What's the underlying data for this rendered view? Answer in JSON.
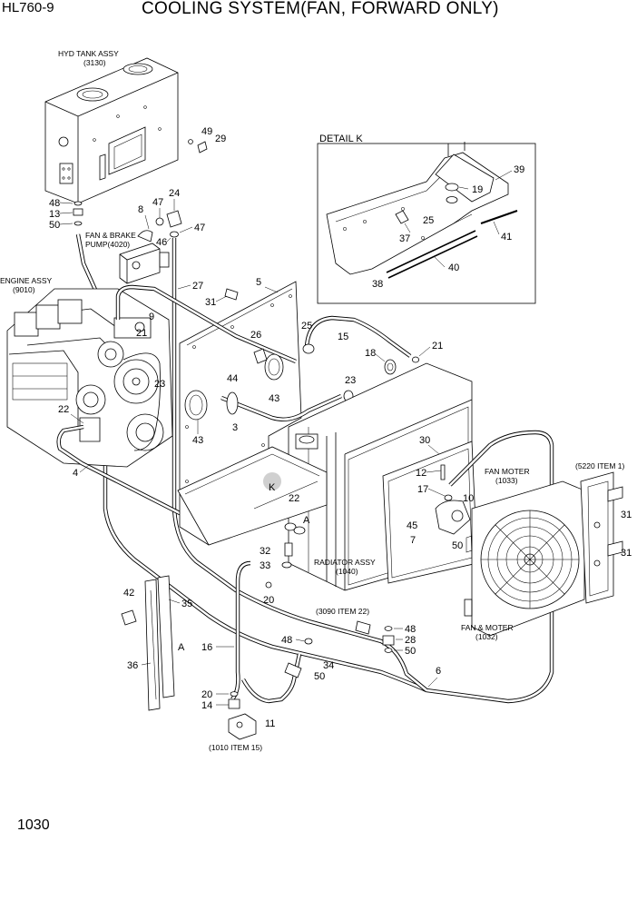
{
  "header": {
    "model": "HL760-9",
    "title": "COOLING SYSTEM(FAN, FORWARD ONLY)"
  },
  "page_number": "1030",
  "detail_title": "DETAIL K",
  "assemblies": {
    "hyd_tank": "HYD TANK ASSY",
    "hyd_tank_ref": "(3130)",
    "fan_brake_pump_1": "FAN & BRAKE",
    "fan_brake_pump_2": "PUMP(4020)",
    "engine": "ENGINE ASSY",
    "engine_ref": "(9010)",
    "radiator": "RADIATOR ASSY",
    "radiator_ref": "(1040)",
    "fan_moter": "FAN MOTER",
    "fan_moter_ref": "(1033)",
    "fan_motor": "FAN & MOTER",
    "fan_motor_ref": "(1032)",
    "ref_5220": "(5220 ITEM 1)",
    "ref_3090": "(3090 ITEM 22)",
    "ref_1010": "(1010 ITEM 15)"
  },
  "view_marks": {
    "k": "K",
    "a1": "A",
    "a2": "A"
  },
  "callouts": {
    "c49": "49",
    "c29": "29",
    "c48a": "48",
    "c13": "13",
    "c50a": "50",
    "c8": "8",
    "c47a": "47",
    "c24": "24",
    "c47b": "47",
    "c46": "46",
    "c27": "27",
    "c5": "5",
    "c31a": "31",
    "c9": "9",
    "c21a": "21",
    "c26": "26",
    "c25a": "25",
    "c15": "15",
    "c18": "18",
    "c21b": "21",
    "c23a": "23",
    "c44": "44",
    "c43a": "43",
    "c23b": "23",
    "c19a": "19",
    "c22a": "22",
    "c3": "3",
    "c43b": "43",
    "c4": "4",
    "c30": "30",
    "c12": "12",
    "c17": "17",
    "c10": "10",
    "c22b": "22",
    "c45": "45",
    "c7": "7",
    "c50b": "50",
    "c31b": "31",
    "c31c": "31",
    "c32": "32",
    "c33": "33",
    "c20a": "20",
    "c42": "42",
    "c35": "35",
    "c16": "16",
    "c36": "36",
    "c48b": "48",
    "c28": "28",
    "c50c": "50",
    "c48c": "48",
    "c34": "34",
    "c50d": "50",
    "c6": "6",
    "c20b": "20",
    "c14": "14",
    "c11": "11",
    "c39": "39",
    "c19b": "19",
    "c25b": "25",
    "c37": "37",
    "c41": "41",
    "c40": "40",
    "c38": "38"
  }
}
